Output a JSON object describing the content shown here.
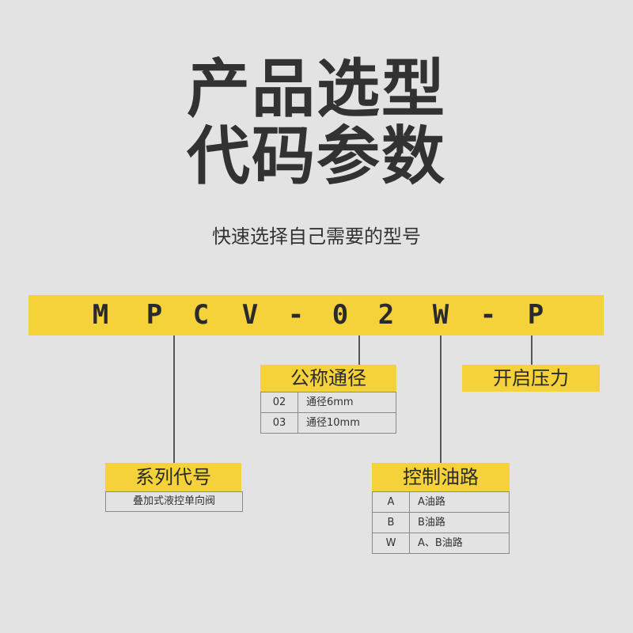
{
  "title_line1": "产品选型",
  "title_line2": "代码参数",
  "subtitle": "快速选择自己需要的型号",
  "model_code": [
    "M",
    "P",
    "C",
    "V",
    "-",
    "0",
    "2",
    "W",
    "-",
    "P"
  ],
  "colors": {
    "background": "#e3e3e3",
    "accent": "#f6d23a",
    "text": "#333333"
  },
  "series": {
    "label": "系列代号",
    "description": "叠加式液控单向阀"
  },
  "diameter": {
    "label": "公称通径",
    "rows": [
      {
        "code": "02",
        "desc": "通径6mm"
      },
      {
        "code": "03",
        "desc": "通径10mm"
      }
    ]
  },
  "oil_path": {
    "label": "控制油路",
    "rows": [
      {
        "code": "A",
        "desc": "A油路"
      },
      {
        "code": "B",
        "desc": "B油路"
      },
      {
        "code": "W",
        "desc": "A、B油路"
      }
    ]
  },
  "pressure": {
    "label": "开启压力"
  }
}
